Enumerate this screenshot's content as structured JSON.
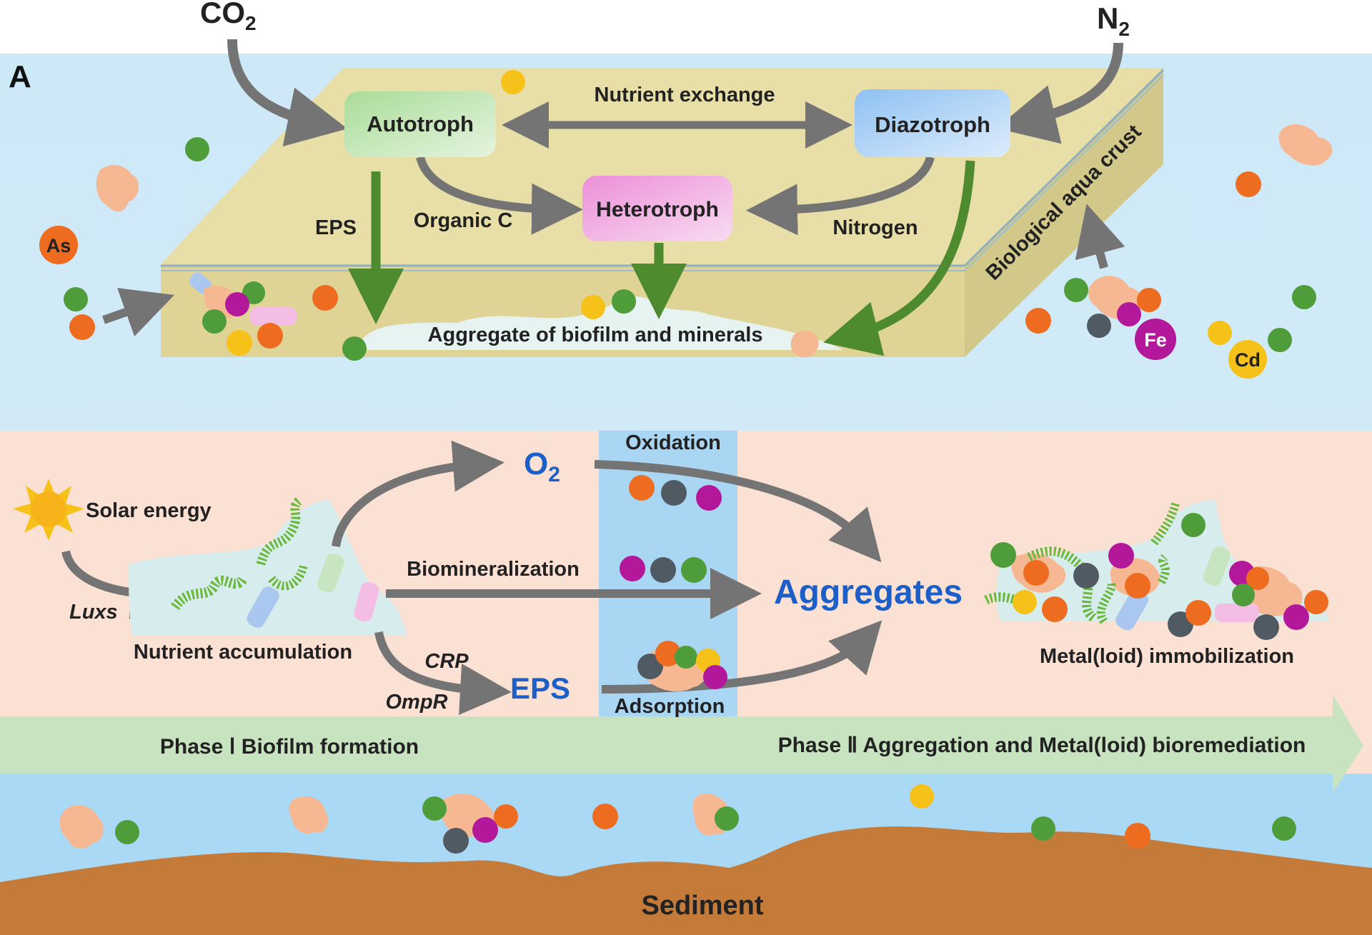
{
  "panel_label": "A",
  "inputs": {
    "co2": "CO",
    "co2_sub": "2",
    "n2": "N",
    "n2_sub": "2"
  },
  "crust": {
    "autotroph": "Autotroph",
    "diazotroph": "Diazotroph",
    "heterotroph": "Heterotroph",
    "nutrient_exchange": "Nutrient exchange",
    "eps": "EPS",
    "organic_c": "Organic C",
    "nitrogen": "Nitrogen",
    "aggregate": "Aggregate of biofilm and minerals",
    "side_label": "Biological aqua crust"
  },
  "metals": {
    "as": "As",
    "fe": "Fe",
    "cd": "Cd"
  },
  "process": {
    "solar": "Solar energy",
    "luxs": "Luxs",
    "nutrient_accumulation": "Nutrient accumulation",
    "o2": "O",
    "o2_sub": "2",
    "oxidation": "Oxidation",
    "biomineralization": "Biomineralization",
    "crp": "CRP",
    "ompr": "OmpR",
    "eps": "EPS",
    "adsorption": "Adsorption",
    "aggregates": "Aggregates",
    "immobilization": "Metal(loid) immobilization"
  },
  "phases": {
    "phase1": "Phase Ⅰ Biofilm formation",
    "phase2": "Phase Ⅱ Aggregation and Metal(loid) bioremediation"
  },
  "sediment": "Sediment",
  "colors": {
    "arrow_gray": "#747474",
    "arrow_green": "#4e8a2e",
    "crust_top": "#e8dea7",
    "crust_side": "#d6cc8e",
    "water": "#bfe2f5",
    "process_bg": "#fbe1d4",
    "phase_band": "#c8e3bf",
    "sediment": "#c47a39",
    "metal_green": "#4f9d3a",
    "metal_orange": "#ee6c1f",
    "metal_gray": "#4f5a62",
    "metal_magenta": "#b3189b",
    "metal_yellow": "#f6c21a",
    "eps_blue": "#1d5fc9"
  }
}
